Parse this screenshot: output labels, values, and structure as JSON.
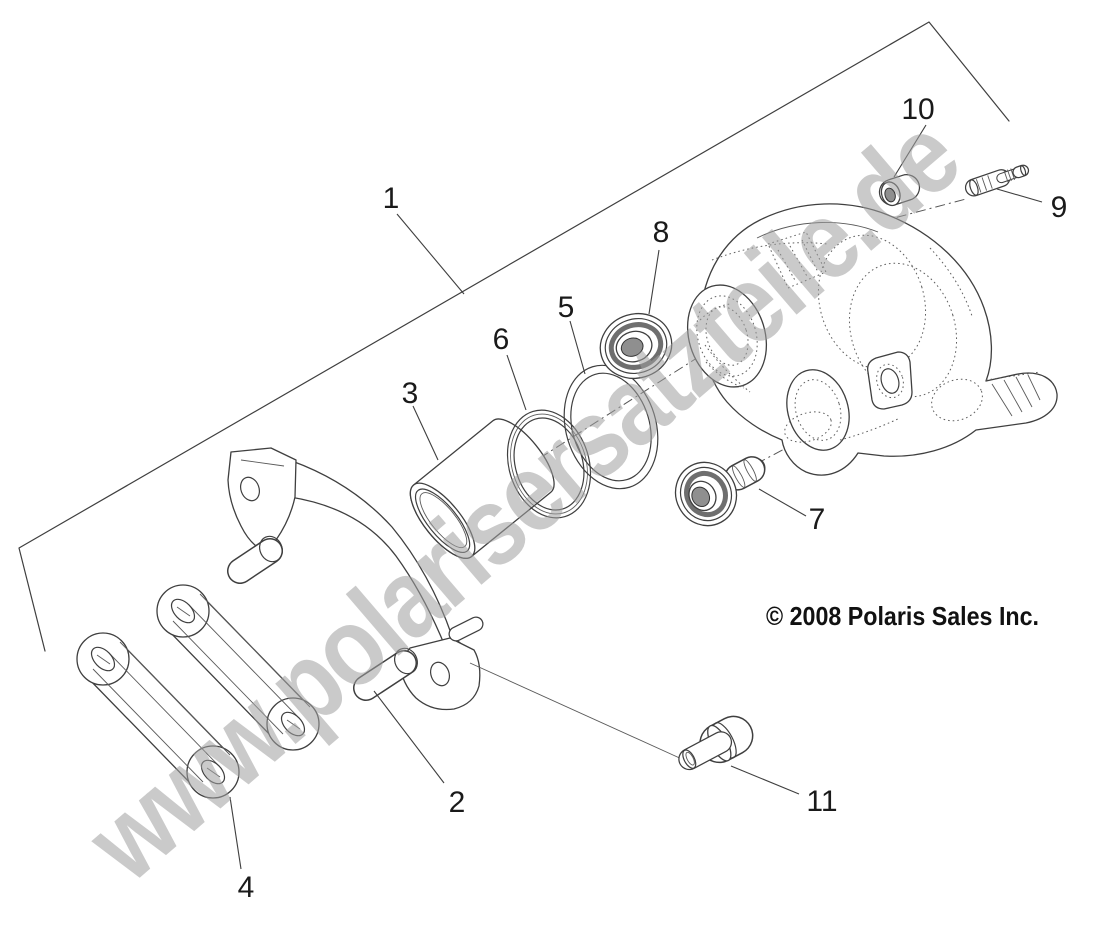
{
  "diagram": {
    "watermark": "www.polarisersatzteile.de",
    "copyright": "© 2008 Polaris Sales Inc.",
    "background_color": "#ffffff",
    "line_color": "#3f3f3f",
    "watermark_color": "#c9c9c9",
    "callouts": [
      {
        "number": "1"
      },
      {
        "number": "2"
      },
      {
        "number": "3"
      },
      {
        "number": "4"
      },
      {
        "number": "5"
      },
      {
        "number": "6"
      },
      {
        "number": "7"
      },
      {
        "number": "8"
      },
      {
        "number": "9"
      },
      {
        "number": "10"
      },
      {
        "number": "11"
      }
    ]
  }
}
